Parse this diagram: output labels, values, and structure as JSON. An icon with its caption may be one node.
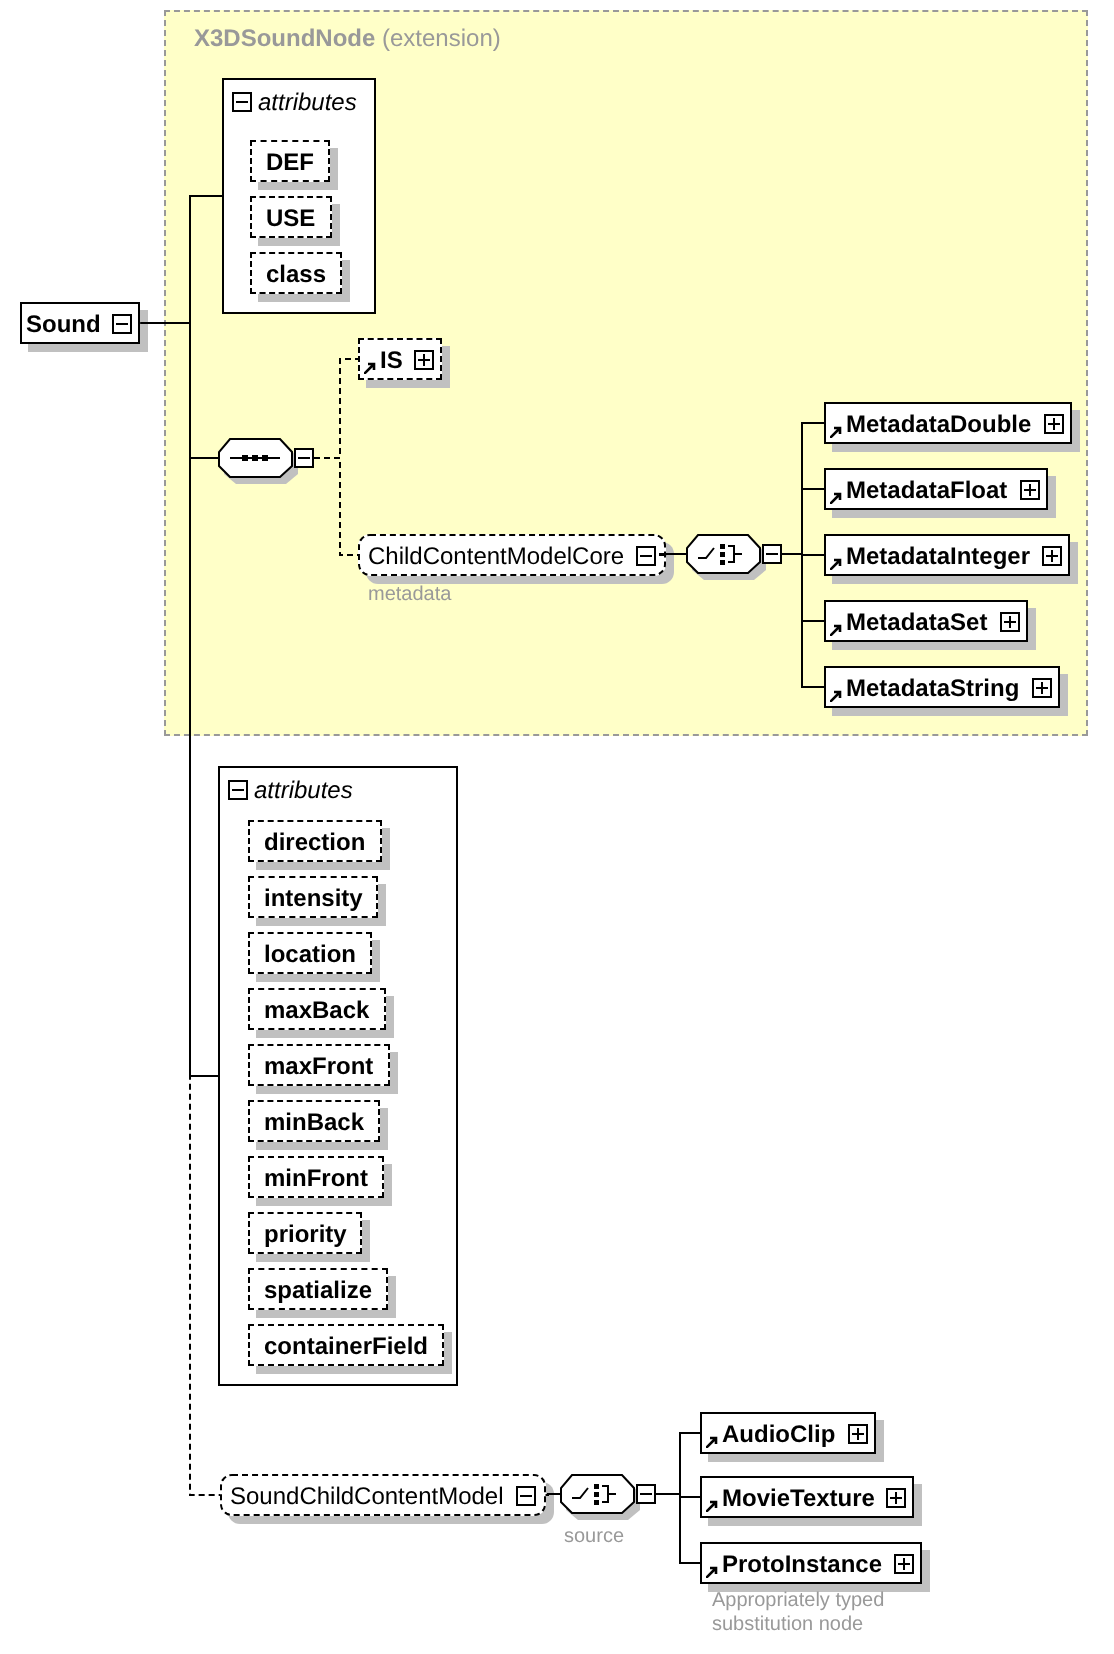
{
  "diagram": {
    "nodes": [
      {
        "text": [
          "**X3DSoundNode** (extension)"
        ]
      },
      {
        "text": [
          "Sound"
        ]
      },
      {
        "text": [
          "attributes"
        ],
        "in": 0
      },
      {
        "text": [
          "DEF"
        ],
        "in": 2
      },
      {
        "text": [
          "USE"
        ],
        "in": 2
      },
      {
        "text": [
          "class"
        ],
        "in": 2
      },
      {
        "text": [],
        "shape": "octagon",
        "in": 0
      },
      {
        "text": [
          "IS"
        ],
        "in": 0
      },
      {
        "text": [
          "ChildContentModelCore"
        ],
        "in": 0,
        "beside": [
          "metadata"
        ]
      },
      {
        "text": [],
        "shape": "octagon",
        "in": 0
      },
      {
        "text": [
          "MetadataDouble"
        ],
        "in": 0
      },
      {
        "text": [
          "MetadataFloat"
        ],
        "in": 0
      },
      {
        "text": [
          "MetadataInteger"
        ],
        "in": 0
      },
      {
        "text": [
          "MetadataSet"
        ],
        "in": 0
      },
      {
        "text": [
          "MetadataString"
        ],
        "in": 0
      },
      {
        "text": [
          "attributes"
        ]
      },
      {
        "text": [
          "direction"
        ],
        "in": 15
      },
      {
        "text": [
          "intensity"
        ],
        "in": 15
      },
      {
        "text": [
          "location"
        ],
        "in": 15
      },
      {
        "text": [
          "maxBack"
        ],
        "in": 15
      },
      {
        "text": [
          "maxFront"
        ],
        "in": 15
      },
      {
        "text": [
          "minBack"
        ],
        "in": 15
      },
      {
        "text": [
          "minFront"
        ],
        "in": 15
      },
      {
        "text": [
          "priority"
        ],
        "in": 15
      },
      {
        "text": [
          "spatialize"
        ],
        "in": 15
      },
      {
        "text": [
          "containerField"
        ],
        "in": 15
      },
      {
        "text": [
          "SoundChildContentModel"
        ]
      },
      {
        "text": [],
        "shape": "octagon",
        "beside": [
          "source"
        ]
      },
      {
        "text": [
          "AudioClip"
        ]
      },
      {
        "text": [
          "MovieTexture"
        ]
      },
      {
        "text": [
          "ProtoInstance"
        ],
        "beside": [
          "Appropriately typed substitution node"
        ]
      }
    ],
    "edges": [
      {
        "from": 1,
        "to": 2,
        "arrow": "none"
      },
      {
        "from": 1,
        "to": 6,
        "arrow": "none"
      },
      {
        "from": 1,
        "to": 15,
        "arrow": "none"
      },
      {
        "from": 1,
        "to": 26,
        "arrow": "none",
        "style": "dashed"
      },
      {
        "from": 6,
        "to": 7,
        "arrow": "none",
        "style": "dashed"
      },
      {
        "from": 6,
        "to": 8,
        "arrow": "none",
        "style": "dashed"
      },
      {
        "from": 8,
        "to": 9,
        "arrow": "none"
      },
      {
        "from": 9,
        "to": 10,
        "arrow": "none"
      },
      {
        "from": 9,
        "to": 11,
        "arrow": "none"
      },
      {
        "from": 9,
        "to": 12,
        "arrow": "none"
      },
      {
        "from": 9,
        "to": 13,
        "arrow": "none"
      },
      {
        "from": 9,
        "to": 14,
        "arrow": "none"
      },
      {
        "from": 26,
        "to": 27,
        "arrow": "none"
      },
      {
        "from": 27,
        "to": 28,
        "arrow": "none"
      },
      {
        "from": 27,
        "to": 29,
        "arrow": "none"
      },
      {
        "from": 27,
        "to": 30,
        "arrow": "none"
      }
    ]
  }
}
